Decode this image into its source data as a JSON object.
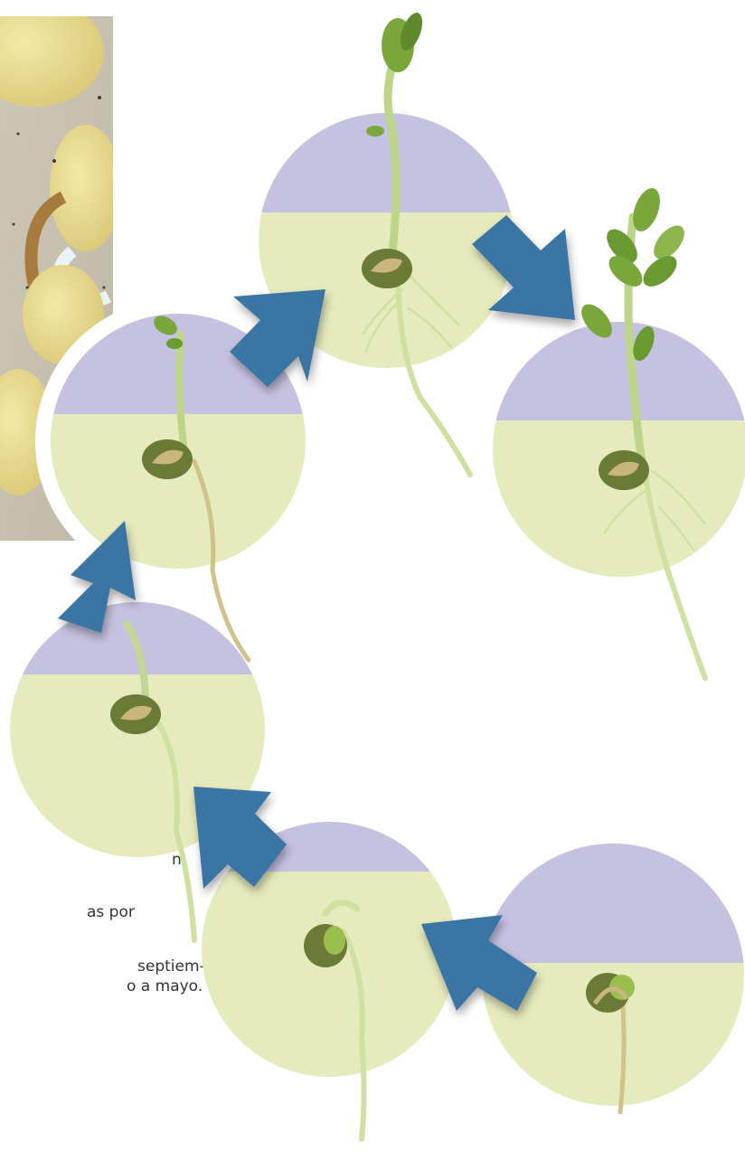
{
  "text_fragments": [
    "n.",
    "as por",
    "septiem-",
    "o a mayo."
  ],
  "colors": {
    "soil": "#e6ebbd",
    "air": "#c5c1e0",
    "arrow": "#3b74a3",
    "seed": "#6c7a38",
    "seed_coat": "#c9b57e",
    "stem": "#bcd588",
    "leaf": "#7aa73c",
    "root": "#cfe0a0"
  },
  "stages": [
    {
      "name": "germinating-seed"
    },
    {
      "name": "radicle"
    },
    {
      "name": "hypocotyl-hook"
    },
    {
      "name": "emerging-shoot"
    },
    {
      "name": "young-seedling"
    },
    {
      "name": "leafy-plant"
    }
  ]
}
